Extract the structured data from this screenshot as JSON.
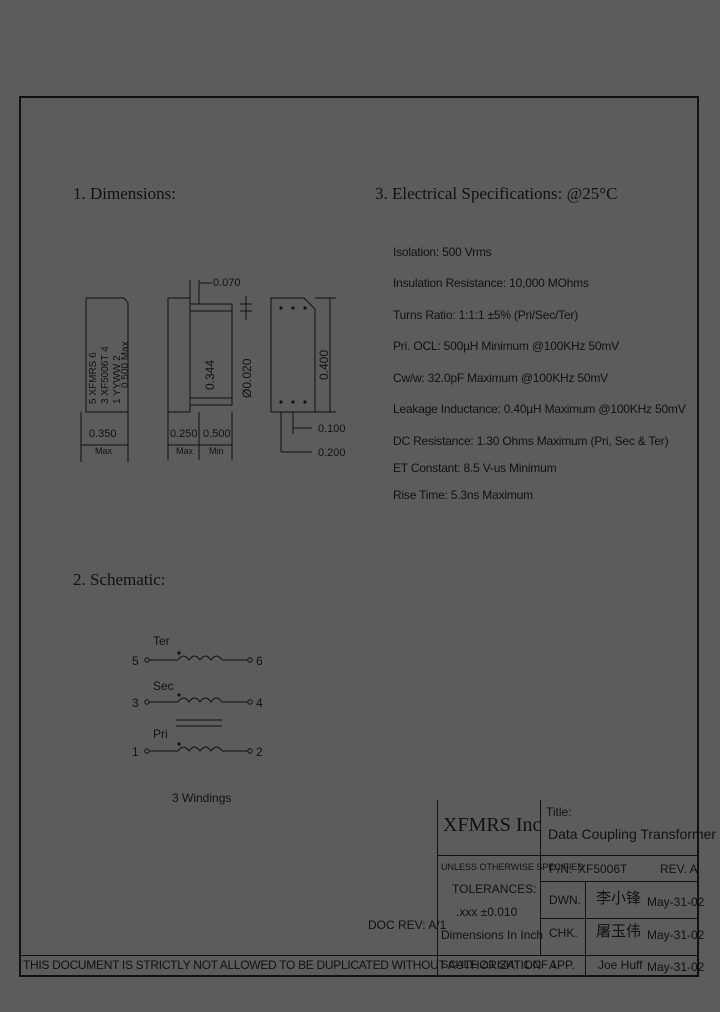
{
  "headings": {
    "dimensions": "1. Dimensions:",
    "electrical": "3. Electrical   Specifications: @25°C",
    "schematic": "2. Schematic:"
  },
  "specs": [
    "Isolation: 500 Vrms",
    "Insulation Resistance: 10,000 MOhms",
    "Turns Ratio: 1:1:1 ±5% (Pri/Sec/Ter)",
    "Pri. OCL: 500µH Minimum @100KHz 50mV",
    "Cw/w: 32.0pF Maximum @100KHz 50mV",
    "Leakage Inductance: 0.40µH Maximum @100KHz 50mV",
    "DC Resistance: 1.30 Ohms Maximum (Pri, Sec & Ter)",
    "ET Constant: 8.5 V-us Minimum",
    "Rise Time: 5.3ns Maximum"
  ],
  "dimensions": {
    "d070": "0.070",
    "d344": "0.344",
    "d020": "Ø0.020",
    "d400": "0.400",
    "d500max": "0.500  Max",
    "d350": "0.350",
    "max1": "Max",
    "d250": "0.250",
    "max2": "Max",
    "d500": "0.500",
    "min": "Min",
    "d100": "0.100",
    "d200": "0.200",
    "marking_line1": "5  XFMRS  6",
    "marking_line2": "3  XF5006T  4",
    "marking_line3": "1   YYWW   2"
  },
  "schematic": {
    "ter": "Ter",
    "sec": "Sec",
    "pri": "Pri",
    "p5": "5",
    "p6": "6",
    "p3": "3",
    "p4": "4",
    "p1": "1",
    "p2": "2",
    "windings": "3 Windings"
  },
  "title_block": {
    "company": "XFMRS Inc",
    "title_label": "Title:",
    "title": "Data Coupling Transformer",
    "unless": "UNLESS OTHERWISE SPECIFIED",
    "tolerances": "TOLERANCES:",
    "xxx": ".xxx ±0.010",
    "dims_in": "Dimensions In Inch",
    "doc_rev": "DOC REV: A/1",
    "pn_label": "P/N:",
    "pn": "XF5006T",
    "rev": "REV. A",
    "dwn_label": "DWN.",
    "dwn_name": "李小锋",
    "dwn_date": "May-31-02",
    "chk_label": "CHK.",
    "chk_name": "屠玉伟",
    "chk_date": "May-31-02",
    "app_label": "APP.",
    "app_name": "Joe Huff",
    "app_date": "May-31-02",
    "scale": "SCALE 2:1  SHT 1 OF 1"
  },
  "footer": "THIS DOCUMENT IS STRICTLY NOT ALLOWED TO BE DUPLICATED WITHOUT AUTHORIZATION"
}
